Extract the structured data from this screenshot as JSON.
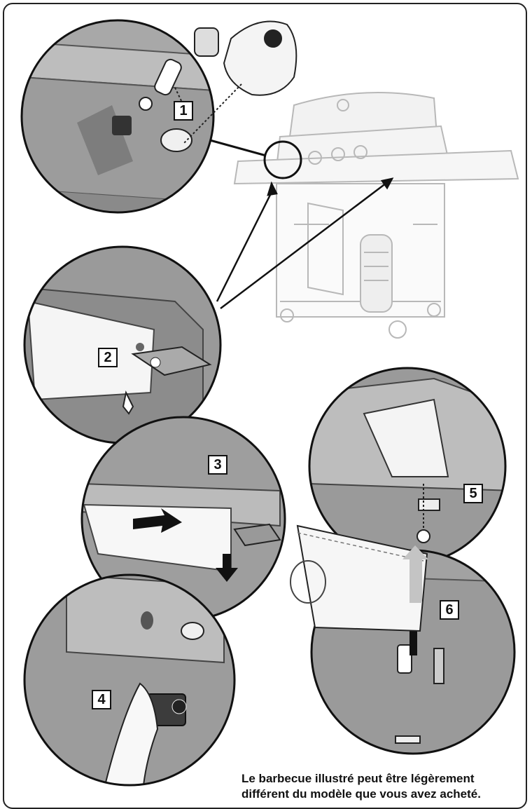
{
  "steps": [
    {
      "label": "1"
    },
    {
      "label": "2"
    },
    {
      "label": "3"
    },
    {
      "label": "4"
    },
    {
      "label": "5"
    },
    {
      "label": "6"
    }
  ],
  "caption": {
    "line1": "Le barbecue illustré peut être légèrement",
    "line2": "différent du modèle que vous avez acheté."
  },
  "colors": {
    "panel_gray": "#9a9a9a",
    "panel_dark": "#6f6f6f",
    "panel_light": "#cfcfcf",
    "grill_line": "#b8b8b8",
    "outline": "#111111"
  }
}
